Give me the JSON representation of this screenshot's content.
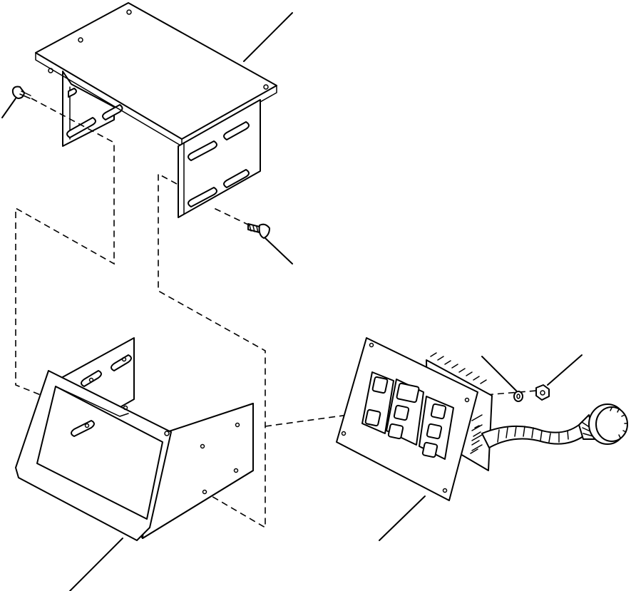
{
  "figure": {
    "kind": "exploded parts diagram",
    "ink_color": "#000000",
    "background_color": "#ffffff"
  },
  "parts": [
    {
      "id": "top-plate-bracket"
    },
    {
      "id": "mounting-screw-left"
    },
    {
      "id": "mounting-screw-right"
    },
    {
      "id": "panel-housing"
    },
    {
      "id": "switch-panel"
    },
    {
      "id": "lock-washer"
    },
    {
      "id": "hex-nut"
    },
    {
      "id": "wire-harness-connector"
    }
  ]
}
